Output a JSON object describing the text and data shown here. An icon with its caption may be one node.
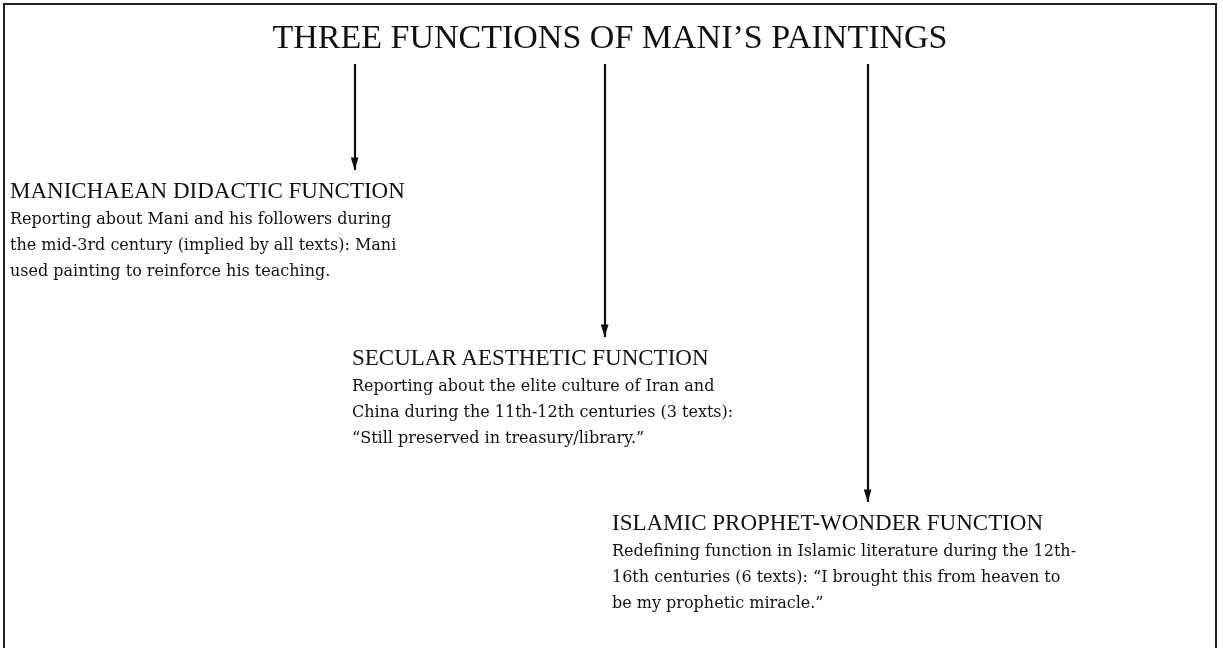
{
  "diagram": {
    "nodes": [
      {
        "text": [
          "THREE FUNCTIONS OF MANI’S PAINTINGS"
        ]
      },
      {
        "text": [
          "MANICHAEAN DIDACTIC FUNCTION",
          "Reporting about Mani and his followers during the mid-3rd century (implied by all texts): Mani used painting to reinforce his teaching."
        ]
      },
      {
        "text": [
          "SECULAR AESTHETIC FUNCTION",
          "Reporting about the elite culture of Iran and China during the 11th-12th centuries (3 texts): “Still preserved in treasury/library.”"
        ]
      },
      {
        "text": [
          "ISLAMIC PROPHET-WONDER FUNCTION",
          "Redefining function in Islamic literature during the 12th-16th centuries (6 texts): “I brought this from heaven to be my prophetic miracle.”"
        ]
      }
    ],
    "edges": [
      {
        "from": 0,
        "to": 1,
        "arrow": "to"
      },
      {
        "from": 0,
        "to": 2,
        "arrow": "to"
      },
      {
        "from": 0,
        "to": 3,
        "arrow": "to"
      }
    ]
  }
}
